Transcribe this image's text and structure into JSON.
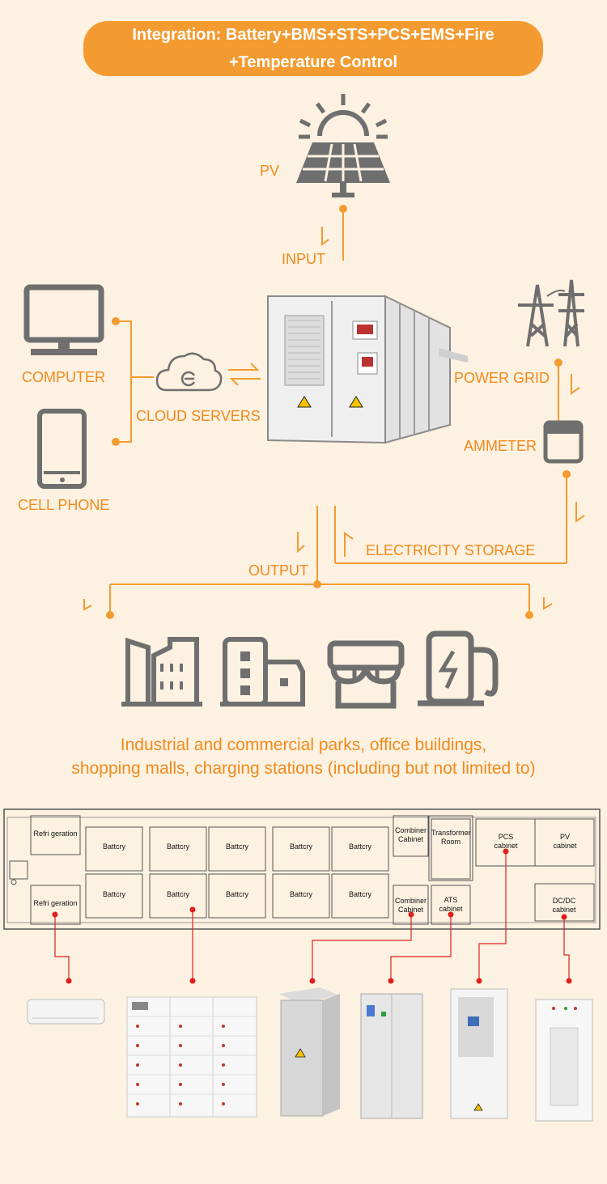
{
  "banner": {
    "line1": "Integration: Battery+BMS+STS+PCS+EMS+Fire",
    "line2": "+Temperature Control"
  },
  "labels": {
    "pv": "PV",
    "input": "INPUT",
    "computer": "COMPUTER",
    "cloud_servers": "CLOUD SERVERS",
    "cell_phone": "CELL PHONE",
    "power_grid": "POWER GRID",
    "ammeter": "AMMETER",
    "electricity_storage": "ELECTRICITY STORAGE",
    "output": "OUTPUT"
  },
  "description": {
    "line1": "Industrial and commercial parks, office buildings,",
    "line2": "shopping malls, charging stations (including but not limited to)"
  },
  "layout": {
    "refrigeration_top": "Refri geration",
    "refrigeration_bottom": "Refri geration",
    "battery_label": "Battcry",
    "combiner_top": "Combiner Cabinet",
    "combiner_bottom": "Combiner Cabinet",
    "transformer": "Transformer Room",
    "ats": "ATS cabinet",
    "pcs": "PCS cabinet",
    "pv_cabinet": "PV cabinet",
    "dcdc": "DC/DC cabinet"
  },
  "colors": {
    "accent": "#f39b30",
    "text_orange": "#f08a1c",
    "icon_gray": "#6f6f6f",
    "connector_red": "#e0201b",
    "background": "#fdf1e1"
  }
}
